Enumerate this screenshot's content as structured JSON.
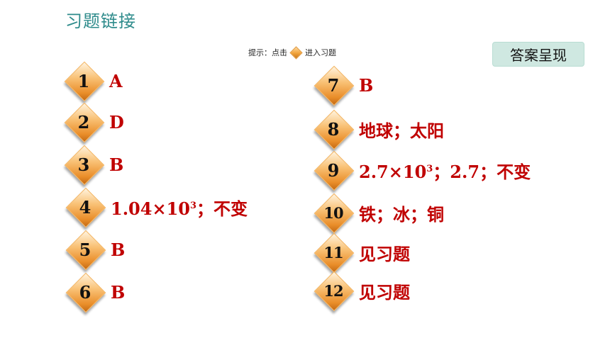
{
  "title": "习题链接",
  "hint": {
    "prefix": "提示：点击",
    "suffix": "进入习题"
  },
  "answer_button": "答案呈现",
  "left_items": [
    {
      "num": "1",
      "answer": "A"
    },
    {
      "num": "2",
      "answer": "D"
    },
    {
      "num": "3",
      "answer": "B"
    },
    {
      "num": "4",
      "answer_main": "1.04×10",
      "answer_sup": "3",
      "answer_rest": "；不变"
    },
    {
      "num": "5",
      "answer": "B"
    },
    {
      "num": "6",
      "answer": "B"
    }
  ],
  "right_items": [
    {
      "num": "7",
      "answer": "B"
    },
    {
      "num": "8",
      "answer": "地球；太阳"
    },
    {
      "num": "9",
      "answer_main": "2.7×10",
      "answer_sup": "3",
      "answer_rest": "；2.7；不变"
    },
    {
      "num": "10",
      "answer": "铁；冰；铜"
    },
    {
      "num": "11",
      "answer": "见习题"
    },
    {
      "num": "12",
      "answer": "见习题"
    }
  ]
}
